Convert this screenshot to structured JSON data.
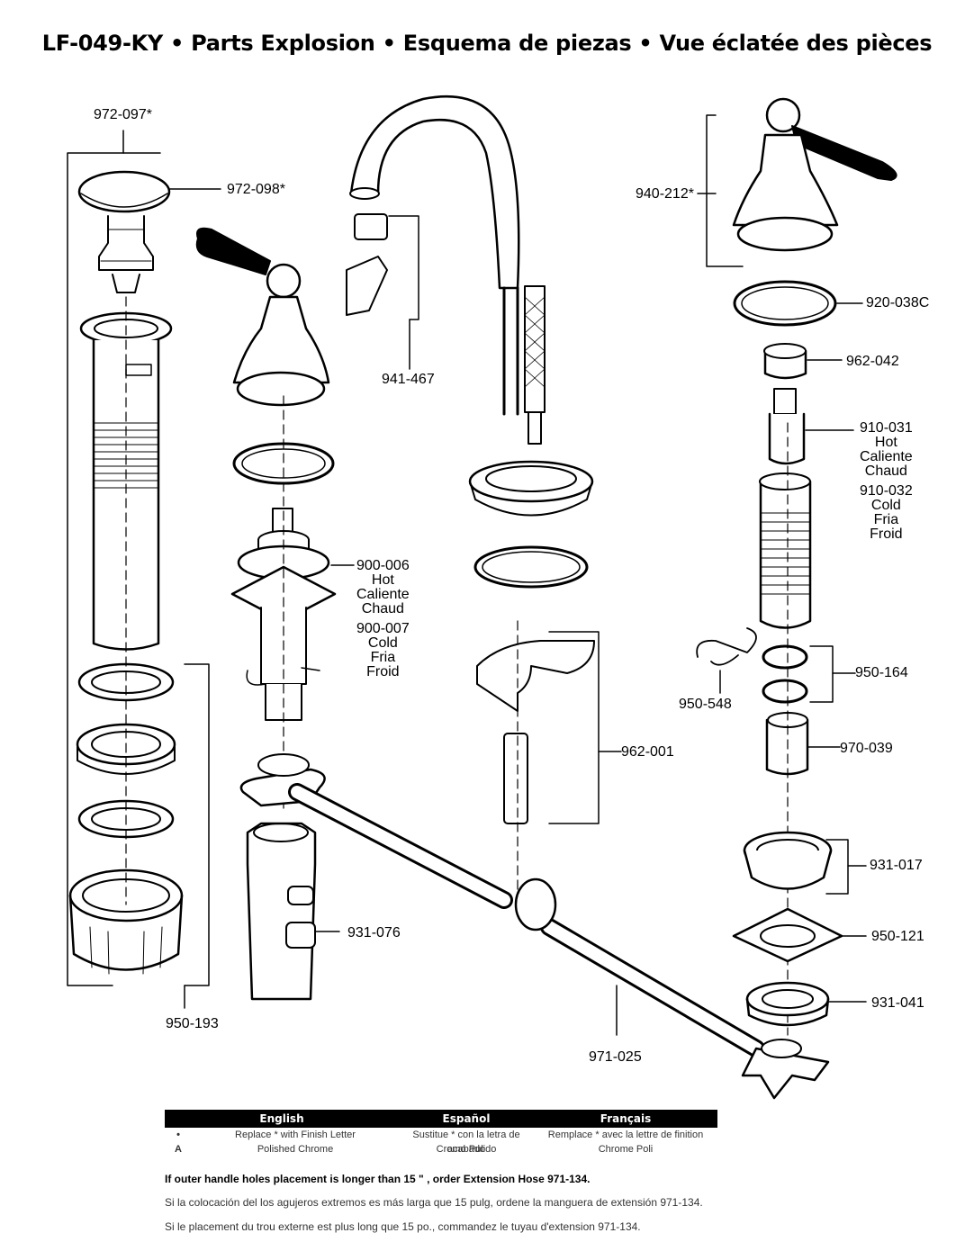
{
  "title": "LF-049-KY • Parts Explosion • Esquema de piezas • Vue éclatée des pièces",
  "parts": {
    "p972_097": "972-097*",
    "p972_098": "972-098*",
    "p941_467": "941-467",
    "p940_212": "940-212*",
    "p920_038c": "920-038C",
    "p962_042": "962-042",
    "p910_031": [
      "910-031",
      "Hot",
      "Caliente",
      "Chaud"
    ],
    "p910_032": [
      "910-032",
      "Cold",
      "Fria",
      "Froid"
    ],
    "p900_006": [
      "900-006",
      "Hot",
      "Caliente",
      "Chaud"
    ],
    "p900_007": [
      "900-007",
      "Cold",
      "Fria",
      "Froid"
    ],
    "p950_164": "950-164",
    "p950_548": "950-548",
    "p970_039": "970-039",
    "p962_001": "962-001",
    "p931_017": "931-017",
    "p931_076": "931-076",
    "p950_121": "950-121",
    "p931_041": "931-041",
    "p950_193": "950-193",
    "p971_025": "971-025"
  },
  "legend": {
    "headers": [
      "English",
      "Español",
      "Français"
    ],
    "rows": [
      {
        "key": "•",
        "en": "Replace * with Finish Letter",
        "es": "Sustitue * con la letra de acabado",
        "fr": "Remplace * avec la lettre de finition"
      },
      {
        "key": "A",
        "en": "Polished Chrome",
        "es": "Cromo Pulido",
        "fr": "Chrome Poli"
      }
    ]
  },
  "notes": [
    "If outer handle holes placement is longer than 15 \" , order Extension Hose  971-134.",
    "Si la colocación del los agujeros extremos es más larga que 15 pulg, ordene la manguera de extensión 971-134.",
    "Si le placement du trou externe est plus long que 15 po., commandez le tuyau d'extension 971-134."
  ]
}
